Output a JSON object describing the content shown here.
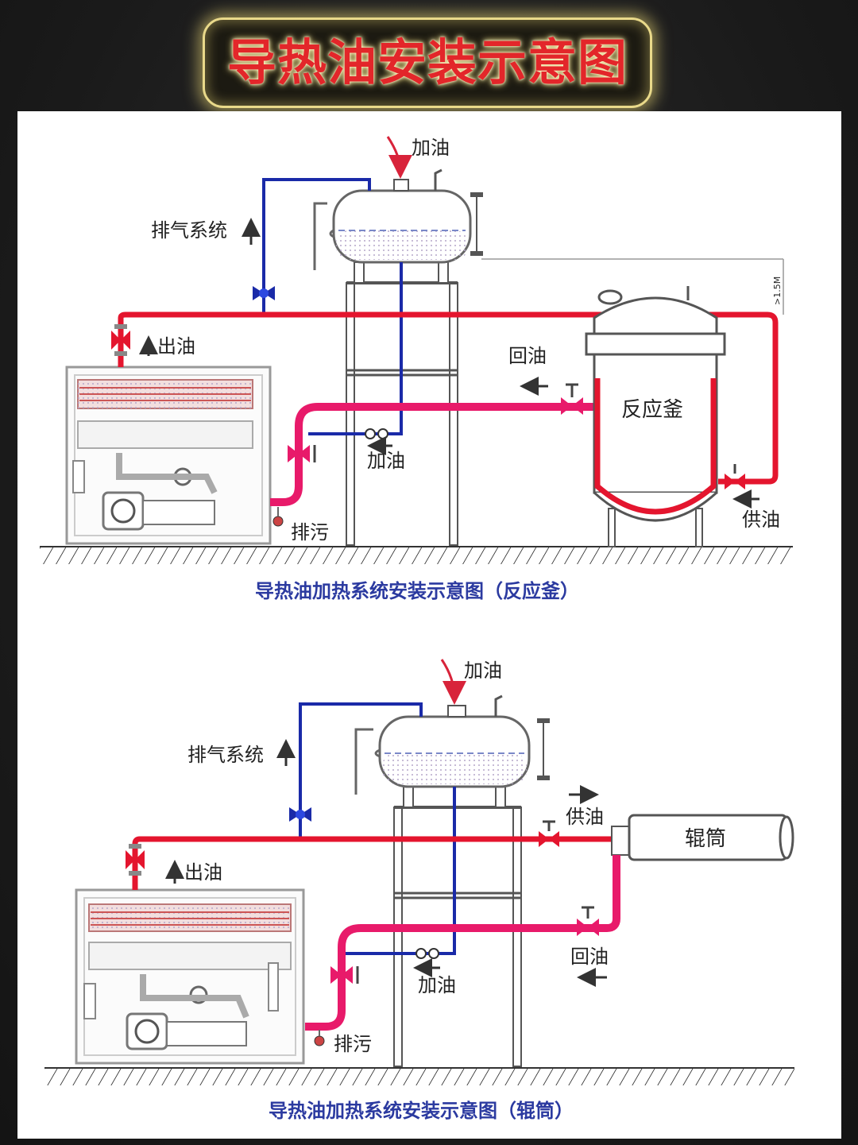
{
  "title": "导热油安装示意图",
  "diagram_top": {
    "fill_label": "加油",
    "vent_label": "排气系统",
    "outlet_label": "出油",
    "return_label": "回油",
    "vessel_label": "反应釜",
    "fill_label_lower": "加油",
    "drain_label": "排污",
    "supply_label": "供油",
    "height_note": ">1.5M",
    "caption": "导热油加热系统安装示意图（反应釜）"
  },
  "diagram_bottom": {
    "fill_label": "加油",
    "vent_label": "排气系统",
    "supply_label": "供油",
    "roller_label": "辊筒",
    "outlet_label": "出油",
    "return_label": "回油",
    "fill_label_lower": "加油",
    "drain_label": "排污",
    "caption": "导热油加热系统安装示意图（辊筒）"
  },
  "colors": {
    "hot_line": "#e4152e",
    "return_line": "#e81a6a",
    "vent_line": "#1a2aa8",
    "caption": "#2b3aa0",
    "title": "#e3262a"
  }
}
